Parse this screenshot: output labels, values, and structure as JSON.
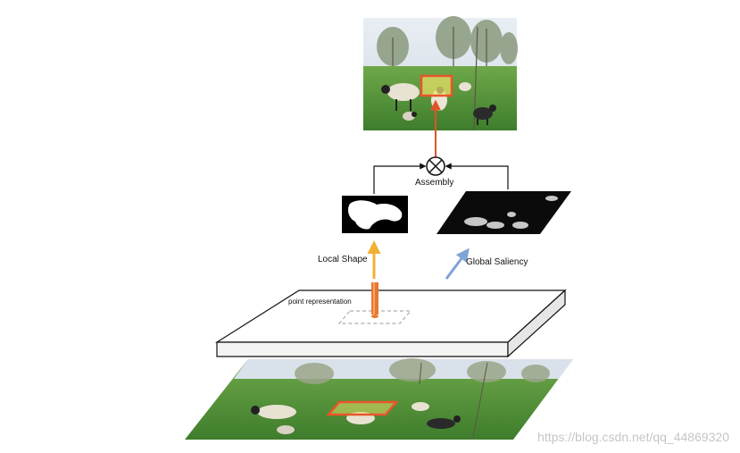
{
  "labels": {
    "assembly": "Assembly",
    "local_shape": "Local Shape",
    "global_saliency": "Global Saliency",
    "point_representation": "point representation"
  },
  "watermark": "https://blog.csdn.net/qq_44869320",
  "colors": {
    "local_shape_arrow": "#f2b134",
    "global_saliency_arrow": "#7fa4d6",
    "assembly_arrow": "#e0542a",
    "highlight_box": "#e8552b",
    "point_bar": "#e8772e"
  },
  "icons": {
    "assembly_operator": "circled-x-icon"
  }
}
